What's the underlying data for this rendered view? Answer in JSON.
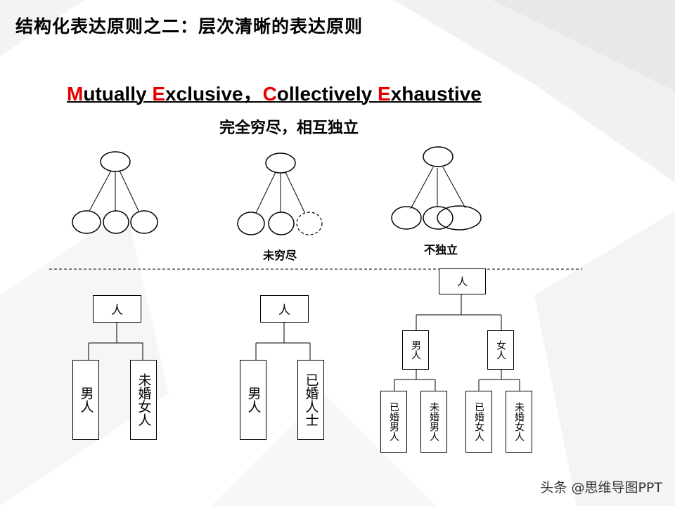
{
  "title": "结构化表达原则之二：层次清晰的表达原则",
  "mece": {
    "m1": "M",
    "m2": "utually ",
    "e1": "E",
    "e2": "xclusive，",
    "c1": "C",
    "c2": "ollectively ",
    "e3": "E",
    "e4": "xhaustive"
  },
  "subtitle": "完全穷尽，相互独立",
  "labels": {
    "not_exhaustive": "未穷尽",
    "not_exclusive": "不独立"
  },
  "tree1": {
    "root": "人",
    "left": "男人",
    "right": "未婚女人"
  },
  "tree2": {
    "root": "人",
    "left": "男人",
    "right": "已婚人士"
  },
  "tree3": {
    "root": "人",
    "male": "男人",
    "female": "女人",
    "leaf1": "已婚男人",
    "leaf2": "未婚男人",
    "leaf3": "已婚女人",
    "leaf4": "未婚女人"
  },
  "watermark": "头条 @思维导图PPT",
  "colors": {
    "accent_red": "#e60000"
  }
}
